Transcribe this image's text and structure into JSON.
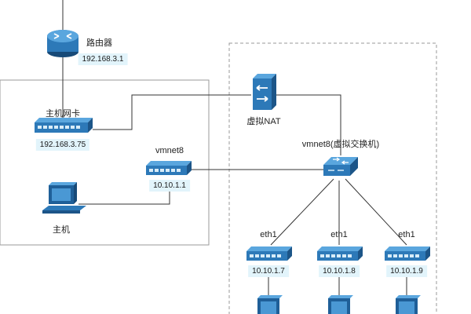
{
  "router": {
    "label": "路由器",
    "ip": "192.168.3.1"
  },
  "host_nic": {
    "label": "主机网卡",
    "ip": "192.168.3.75"
  },
  "vmnet8_adapter": {
    "label": "vmnet8",
    "ip": "10.10.1.1"
  },
  "host_pc": {
    "label": "主机"
  },
  "nat": {
    "label": "虚拟NAT"
  },
  "vswitch": {
    "label": "vmnet8(虚拟交换机)"
  },
  "vms": [
    {
      "label": "eth1",
      "ip": "10.10.1.7"
    },
    {
      "label": "eth1",
      "ip": "10.10.1.8"
    },
    {
      "label": "eth1",
      "ip": "10.10.1.9"
    }
  ],
  "colors": {
    "device_blue": "#2d79b8",
    "device_dark": "#1c5588",
    "ip_bg": "#e2f4fb",
    "box_border": "#999999"
  }
}
